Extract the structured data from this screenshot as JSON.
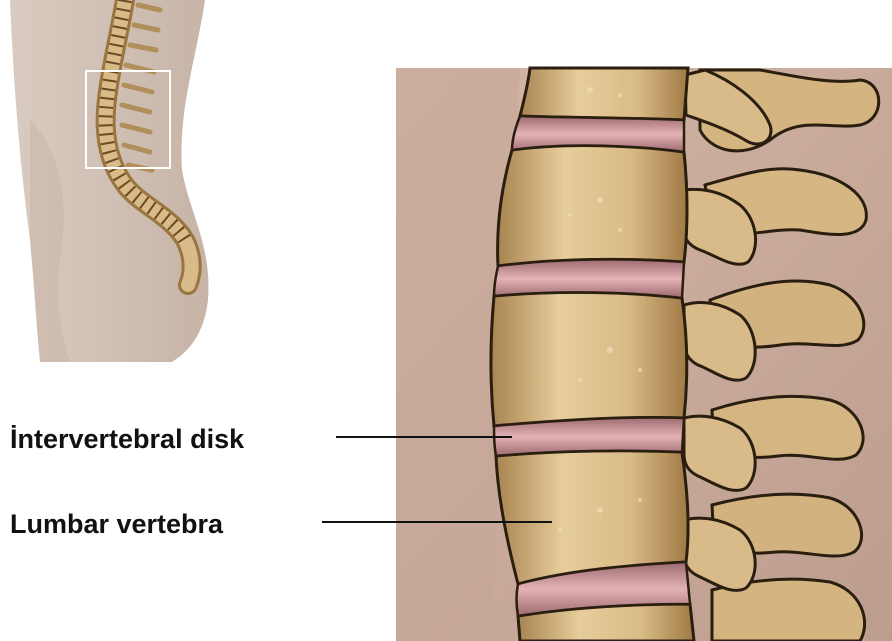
{
  "labels": {
    "disk": "İntervertebral disk",
    "vertebra": "Lumbar vertebra"
  },
  "colors": {
    "background": "#ffffff",
    "skin": "#d7c6bb",
    "panel_background": "#c9aa9a",
    "bone": "#d8bb88",
    "bone_shadow": "#9a7540",
    "disk": "#c98f98",
    "outline": "#2a1e10",
    "leader_line": "#111111",
    "label_text": "#111111"
  },
  "icons": {
    "inset": "torso-side-view-spine",
    "detail": "lumbar-spine-closeup"
  }
}
